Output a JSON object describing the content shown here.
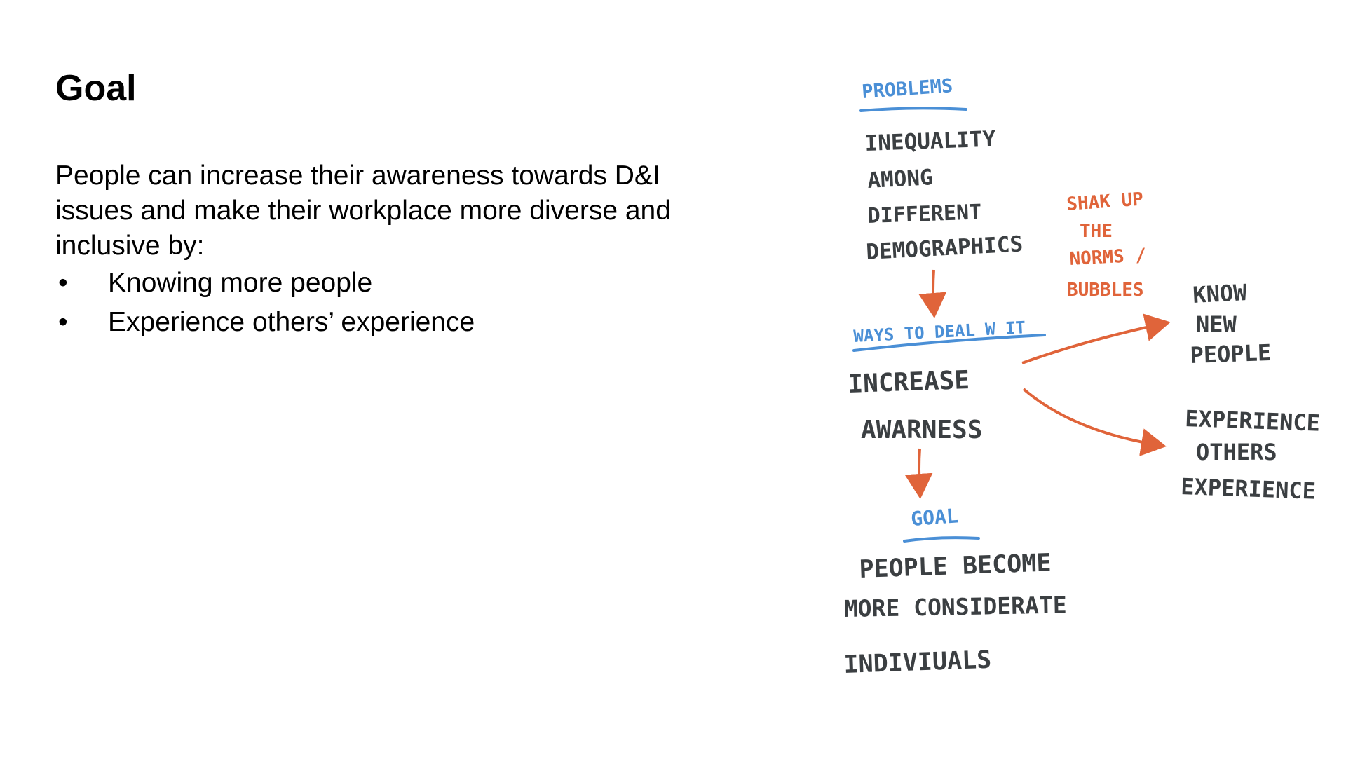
{
  "slide": {
    "title": "Goal",
    "intro_lines": [
      "People can increase their awareness towards D&I",
      "issues and make their workplace more diverse and",
      "inclusive by:"
    ],
    "bullet_glyph": "•",
    "bullets": [
      "Knowing more people",
      "Experience others’ experience"
    ]
  },
  "sketch": {
    "problems_heading": "PROBLEMS",
    "problems_lines": [
      "INEQUALITY",
      "AMONG",
      "DIFFERENT",
      "DEMOGRAPHICS"
    ],
    "ways_heading": "WAYS TO DEAL W IT",
    "increase_lines": [
      "INCREASE",
      "AWARNESS"
    ],
    "shake_lines": [
      "SHAK UP",
      "THE",
      "NORMS /",
      "BUBBLES"
    ],
    "know_lines": [
      "KNOW",
      "NEW",
      "PEOPLE"
    ],
    "experience_lines": [
      "EXPERIENCE",
      "OTHERS",
      "EXPERIENCE"
    ],
    "goal_heading": "GOAL",
    "goal_lines": [
      "PEOPLE BECOME",
      "MORE CONSIDERATE",
      "INDIVIUALS"
    ],
    "colors": {
      "ink": "#3b3f42",
      "heading_blue": "#4a8fd6",
      "accent_orange": "#e0643a"
    }
  }
}
